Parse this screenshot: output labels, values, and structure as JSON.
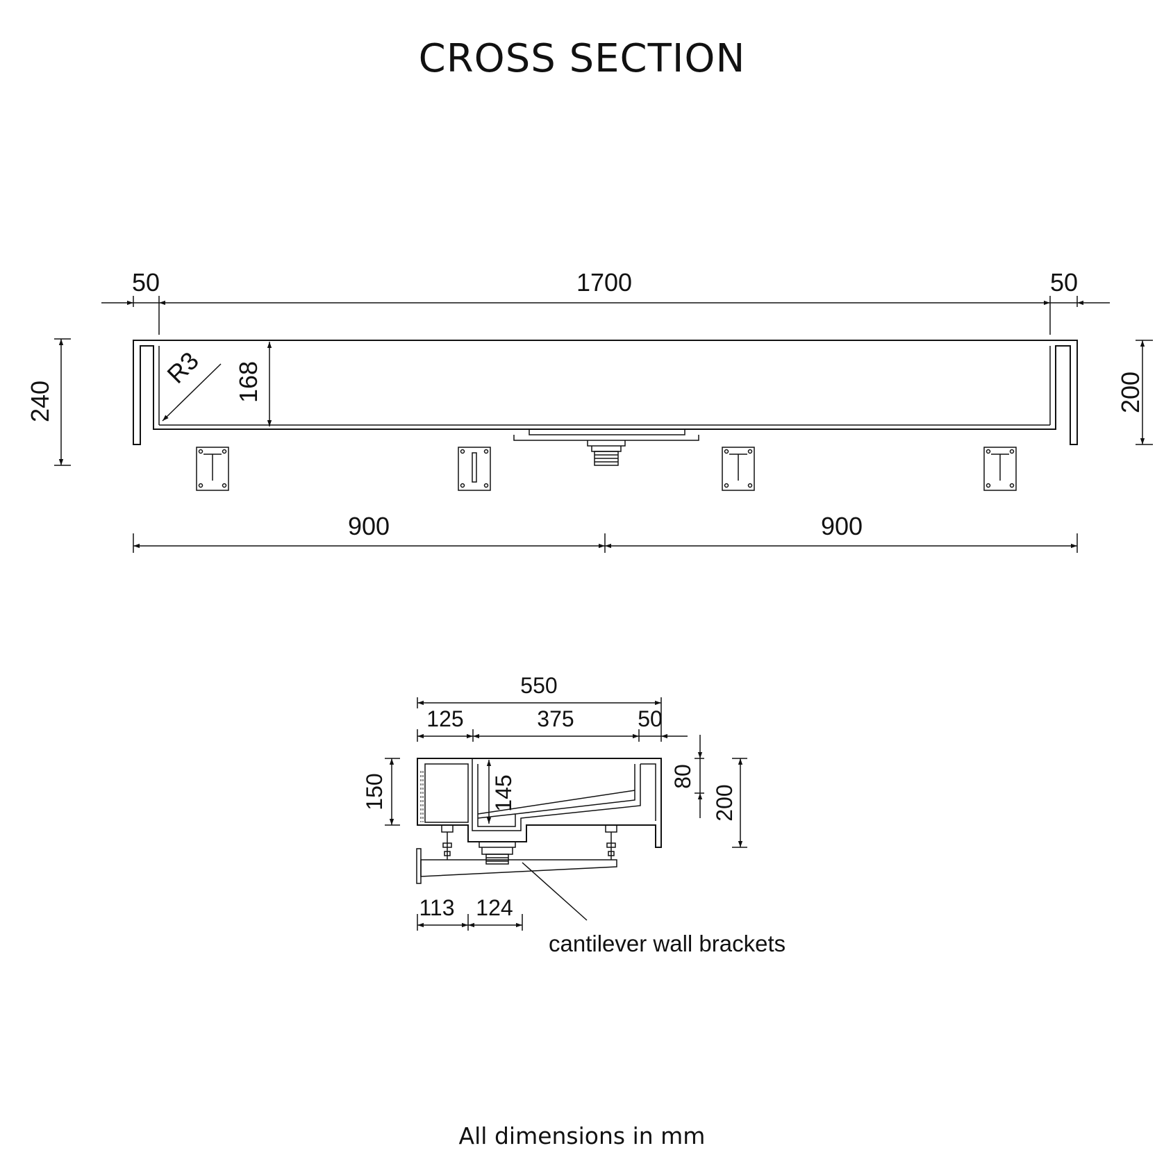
{
  "title": "CROSS SECTION",
  "units_note": "All dimensions in mm",
  "front_view": {
    "dim_left_rim": "50",
    "dim_inner_width": "1700",
    "dim_right_rim": "50",
    "dim_left_height": "240",
    "dim_right_height": "200",
    "dim_inner_depth": "168",
    "dim_radius": "R3",
    "dim_left_half": "900",
    "dim_right_half": "900"
  },
  "side_view": {
    "dim_total": "550",
    "dim_back": "125",
    "dim_basin": "375",
    "dim_front": "50",
    "dim_back_height": "150",
    "dim_basin_depth": "145",
    "dim_front_lip": "80",
    "dim_front_height": "200",
    "dim_bracket_a": "113",
    "dim_bracket_b": "124",
    "bracket_label": "cantilever wall brackets"
  }
}
